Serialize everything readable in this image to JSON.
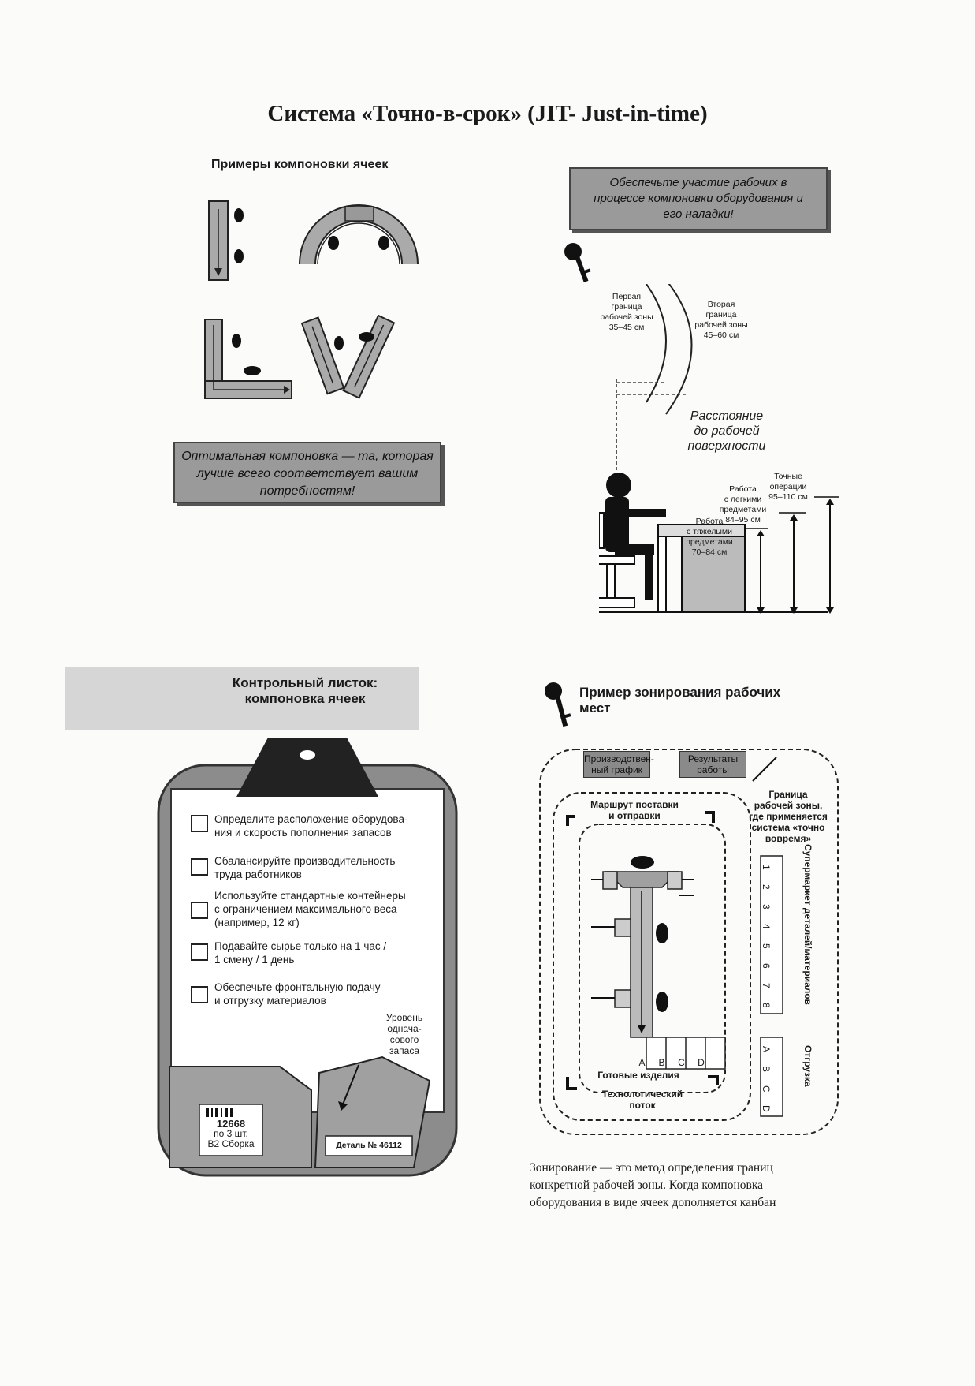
{
  "title": "Система «Точно-в-срок» (JIT- Just-in-time)",
  "cell_layout": {
    "heading": "Примеры компоновки ячеек",
    "note": "Оптимальная компоновка — та, которая лучше всего соответствует вашим потребностям!"
  },
  "ergonomics": {
    "banner": "Обеспечьте участие рабочих в процессе компоновки оборудования и его наладки!",
    "zone1": [
      "Первая",
      "граница",
      "рабочей зоны",
      "35–45 см"
    ],
    "zone2": [
      "Вторая",
      "граница",
      "рабочей зоны",
      "45–60 см"
    ],
    "distance": [
      "Расстояние",
      "до рабочей",
      "поверхности"
    ],
    "precise": [
      "Точные",
      "операции",
      "95–110 см"
    ],
    "light": [
      "Работа",
      "с легкими",
      "предметами",
      "84–95 см"
    ],
    "heavy": [
      "Работа",
      "с тяжелыми",
      "предметами",
      "70–84 см"
    ]
  },
  "checklist": {
    "heading_line1": "Контрольный листок:",
    "heading_line2": "компоновка ячеек",
    "items": [
      [
        "Определите расположение оборудова-",
        "ния и скорость пополнения запасов"
      ],
      [
        "Сбалансируйте производительность",
        "труда работников"
      ],
      [
        "Используйте стандартные контейнеры",
        "с ограничением максимального веса",
        "(например, 12 кг)"
      ],
      [
        "Подавайте сырье только на 1 час /",
        "1 смену / 1 день"
      ],
      [
        "Обеспечьте фронтальную подачу",
        "и отгрузку материалов"
      ]
    ],
    "stock_level": [
      "Уровень",
      "однача-",
      "сового",
      "запаса"
    ],
    "box_label": [
      "12668",
      "по 3 шт.",
      "В2 Сборка"
    ],
    "part_label": "Деталь № 46112"
  },
  "zoning": {
    "heading_line1": "Пример зонирования рабочих",
    "heading_line2": "мест",
    "schedule": [
      "Производствен-",
      "ный график"
    ],
    "results": [
      "Результаты",
      "работы"
    ],
    "boundary": [
      "Граница",
      "рабочей зоны,",
      "где применяется",
      "система «точно",
      "вовремя»"
    ],
    "route": [
      "Маршрут поставки",
      "и отправки"
    ],
    "supermarket": "Супермаркет деталей/материалов",
    "supermarket_cells": [
      "1",
      "2",
      "3",
      "4",
      "5",
      "6",
      "7",
      "8"
    ],
    "shipping": "Отгрузка",
    "shipping_cells": [
      "A",
      "B",
      "C",
      "D"
    ],
    "product_cells": [
      "A",
      "B",
      "C",
      "D"
    ],
    "finished": "Готовые изделия",
    "flow": [
      "Технологический",
      "поток"
    ]
  },
  "paragraph": [
    "Зонирование — это метод определения границ",
    "конкретной рабочей зоны. Когда компоновка",
    "оборудования в виде ячеек дополняется канбан"
  ]
}
